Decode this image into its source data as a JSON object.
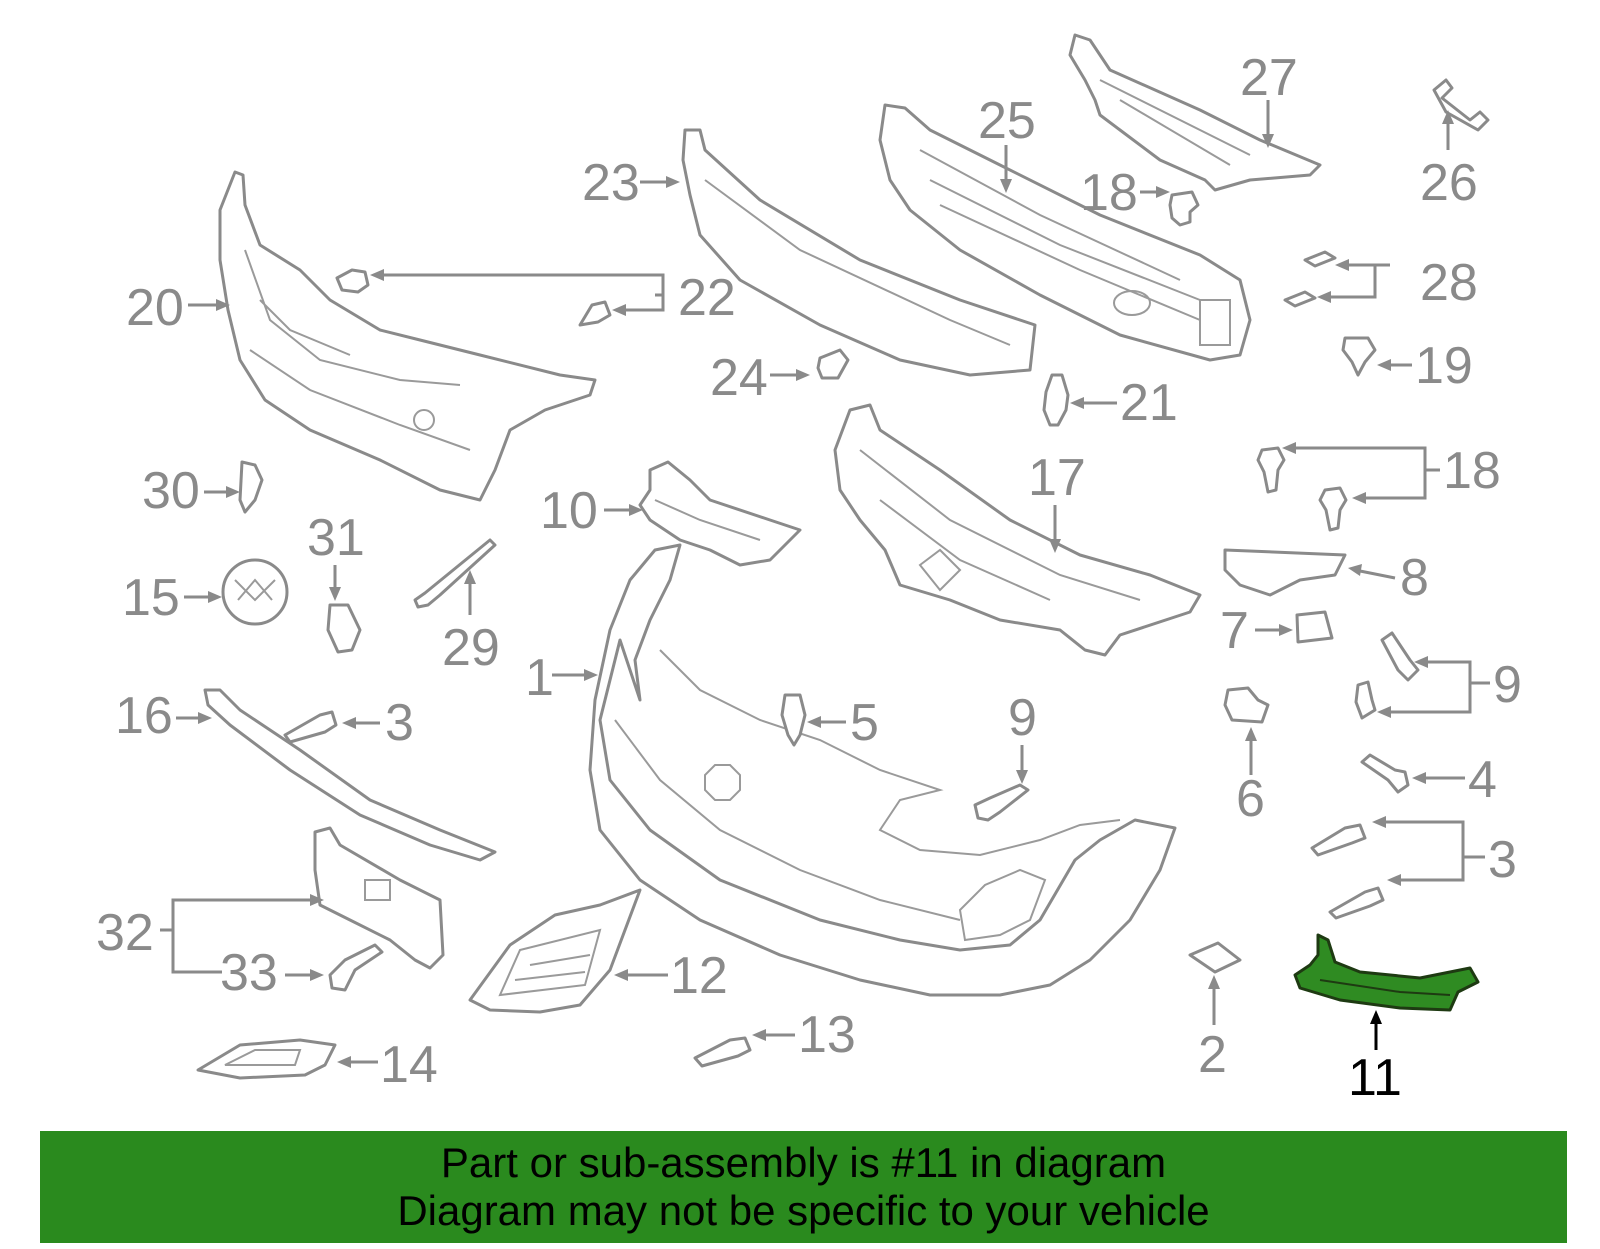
{
  "diagram": {
    "highlight_color": "#2a8a1e",
    "labels": {
      "l1": "1",
      "l2": "2",
      "l3a": "3",
      "l3b": "3",
      "l4": "4",
      "l5": "5",
      "l6": "6",
      "l7": "7",
      "l8": "8",
      "l9a": "9",
      "l9b": "9",
      "l10": "10",
      "l11": "11",
      "l12": "12",
      "l13": "13",
      "l14": "14",
      "l15": "15",
      "l16": "16",
      "l17": "17",
      "l18a": "18",
      "l18b": "18",
      "l19": "19",
      "l20": "20",
      "l21": "21",
      "l22": "22",
      "l23": "23",
      "l24": "24",
      "l25": "25",
      "l26": "26",
      "l27": "27",
      "l28": "28",
      "l29": "29",
      "l30": "30",
      "l31": "31",
      "l32": "32",
      "l33": "33"
    }
  },
  "banner": {
    "line1": "Part or sub-assembly is #11 in diagram",
    "line2": "Diagram may not be specific to your vehicle"
  }
}
